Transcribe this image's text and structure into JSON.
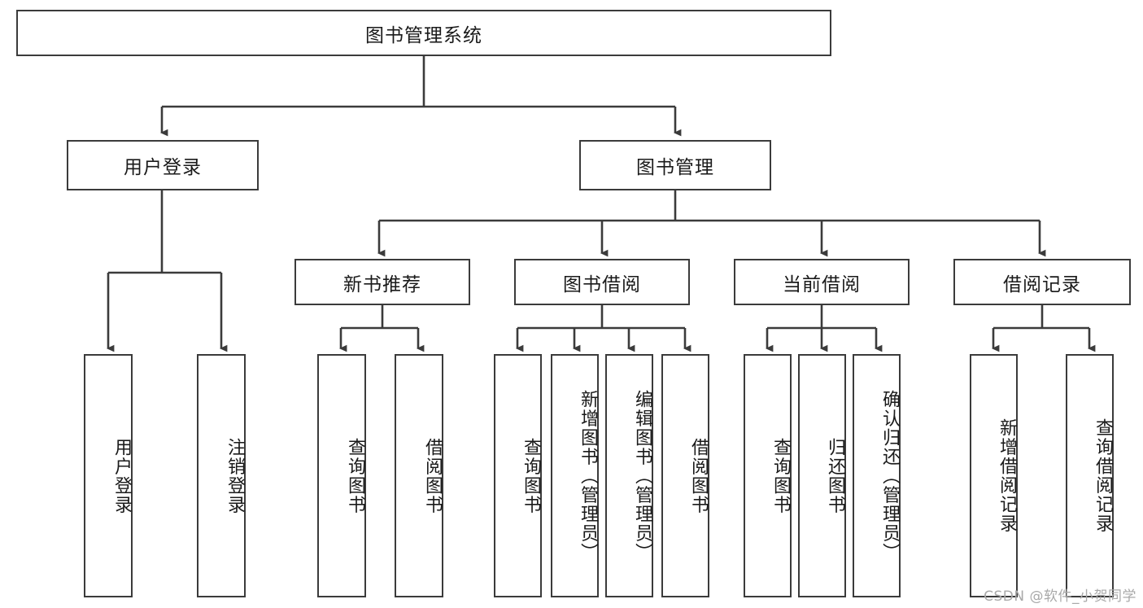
{
  "diagram": {
    "type": "tree-hierarchy",
    "title": "图书管理系统",
    "root": {
      "id": "root",
      "label": "图书管理系统",
      "orientation": "horizontal"
    },
    "level1": [
      {
        "id": "user-login",
        "label": "用户登录",
        "orientation": "horizontal"
      },
      {
        "id": "book-management",
        "label": "图书管理",
        "orientation": "horizontal"
      }
    ],
    "level2": [
      {
        "id": "new-book-recommend",
        "label": "新书推荐",
        "orientation": "horizontal",
        "parent": "book-management"
      },
      {
        "id": "book-borrow",
        "label": "图书借阅",
        "orientation": "horizontal",
        "parent": "book-management"
      },
      {
        "id": "current-borrow",
        "label": "当前借阅",
        "orientation": "horizontal",
        "parent": "book-management"
      },
      {
        "id": "borrow-record",
        "label": "借阅记录",
        "orientation": "horizontal",
        "parent": "book-management"
      }
    ],
    "leaves": [
      {
        "id": "leaf-user-login",
        "label": "用户登录",
        "orientation": "vertical",
        "parent": "user-login"
      },
      {
        "id": "leaf-logout-login",
        "label": "注销登录",
        "orientation": "vertical",
        "parent": "user-login"
      },
      {
        "id": "leaf-query-book-1",
        "label": "查询图书",
        "orientation": "vertical",
        "parent": "new-book-recommend"
      },
      {
        "id": "leaf-borrow-book-1",
        "label": "借阅图书",
        "orientation": "vertical",
        "parent": "new-book-recommend"
      },
      {
        "id": "leaf-query-book-2",
        "label": "查询图书",
        "orientation": "vertical",
        "parent": "book-borrow"
      },
      {
        "id": "leaf-add-book",
        "label": "新增图书（管理员）",
        "orientation": "vertical",
        "parent": "book-borrow"
      },
      {
        "id": "leaf-edit-book",
        "label": "编辑图书（管理员）",
        "orientation": "vertical",
        "parent": "book-borrow"
      },
      {
        "id": "leaf-borrow-book-2",
        "label": "借阅图书",
        "orientation": "vertical",
        "parent": "book-borrow"
      },
      {
        "id": "leaf-query-book-3",
        "label": "查询图书",
        "orientation": "vertical",
        "parent": "current-borrow"
      },
      {
        "id": "leaf-return-book",
        "label": "归还图书",
        "orientation": "vertical",
        "parent": "current-borrow"
      },
      {
        "id": "leaf-confirm-return",
        "label": "确认归还（管理员）",
        "orientation": "vertical",
        "parent": "current-borrow"
      },
      {
        "id": "leaf-add-borrow-record",
        "label": "新增借阅记录",
        "orientation": "vertical",
        "parent": "borrow-record"
      },
      {
        "id": "leaf-query-borrow-record",
        "label": "查询借阅记录",
        "orientation": "vertical",
        "parent": "borrow-record"
      }
    ],
    "colors": {
      "stroke": "#3b3b3b",
      "fill": "#ffffff",
      "text": "#1a1a1a",
      "watermark": "#a9a9a9"
    }
  },
  "watermark": {
    "text": "CSDN @软件_小贺同学"
  }
}
